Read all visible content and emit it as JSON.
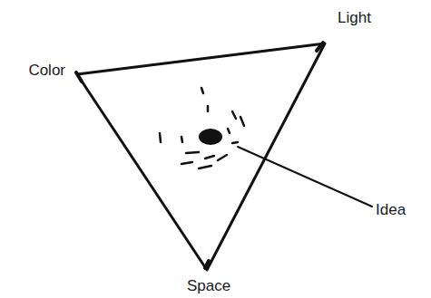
{
  "diagram": {
    "labels": [
      "Color",
      "Light",
      "Space",
      "Idea"
    ]
  }
}
